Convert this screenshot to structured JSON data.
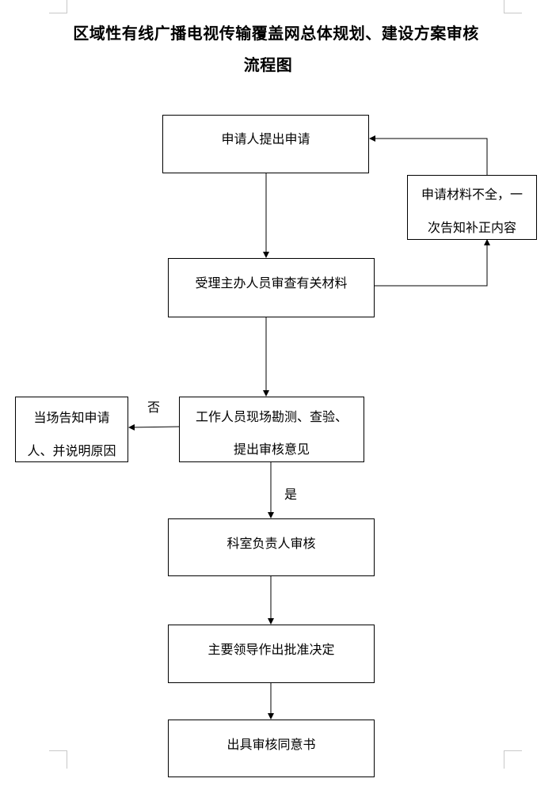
{
  "title": {
    "line1": "区域性有线广播电视传输覆盖网总体规划、建设方案审核",
    "line2": "流程图"
  },
  "nodes": {
    "apply": "申请人提出申请",
    "incomplete_line1": "申请材料不全，一",
    "incomplete_line2": "次告知补正内容",
    "review_materials": "受理主办人员审查有关材料",
    "inspect_line1": "工作人员现场勘测、查验、",
    "inspect_line2": "提出审核意见",
    "reject_line1": "当场告知申请",
    "reject_line2": "人、并说明原因",
    "dept_review": "科室负责人审核",
    "leader_decision": "主要领导作出批准决定",
    "issue_certificate": "出具审核同意书"
  },
  "edge_labels": {
    "no": "否",
    "yes": "是"
  }
}
